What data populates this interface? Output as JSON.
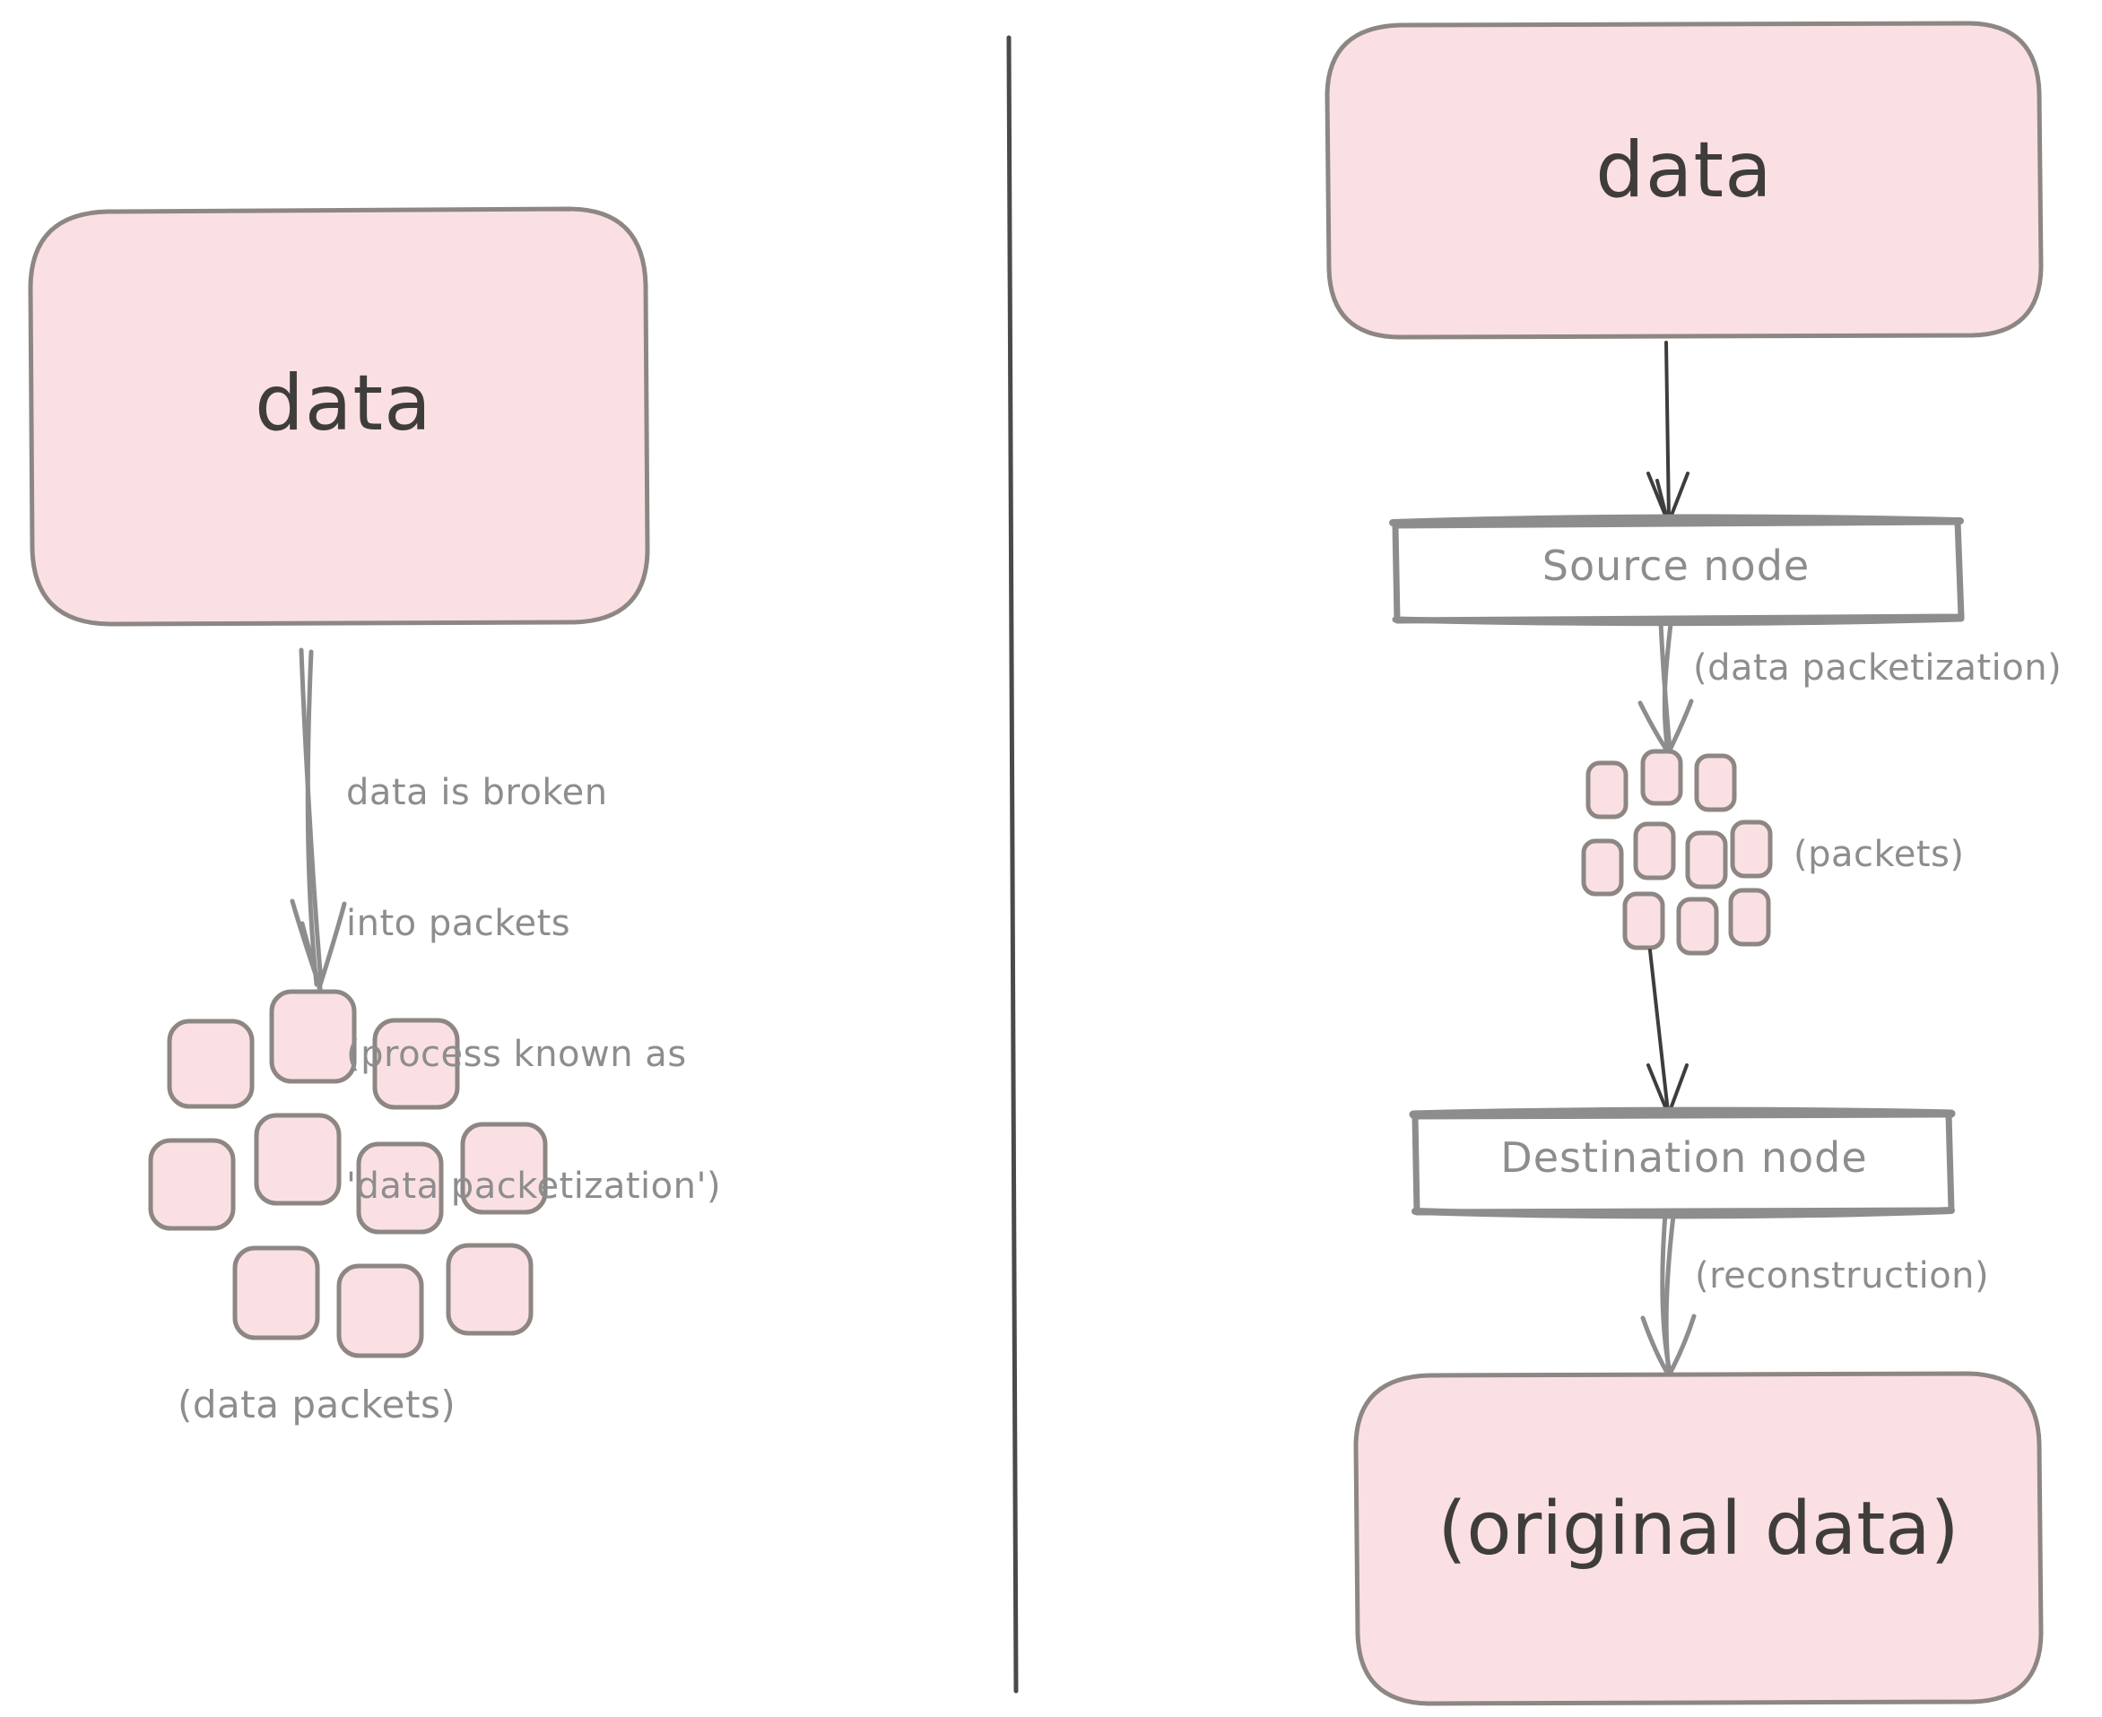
{
  "diagram": {
    "title_text_colors": {
      "packet_fill": "#fbe0e3",
      "packet_stroke": "#8d8784",
      "node_stroke": "#8d8d8d",
      "text_dark": "#3f3d3c",
      "text_gray": "#8d8d8d",
      "background": "#ffffff",
      "divider": "#4a4a4a"
    },
    "left_panel": {
      "data_box_label": "data",
      "arrow_annotation_lines": [
        "data is broken",
        "into packets",
        "(process known as",
        "'data packetization')"
      ],
      "packet_caption": "(data packets)",
      "packet_rows": [
        3,
        4,
        3
      ],
      "packet_count": 10
    },
    "right_panel": {
      "data_box_label": "data",
      "source_node_label": "Source node",
      "packetization_annotation": "(data packetization)",
      "packets_caption": "(packets)",
      "destination_node_label": "Destination node",
      "reconstruction_annotation": "(reconstruction)",
      "original_data_box_label": "(original data)",
      "packet_rows": [
        3,
        4,
        3
      ],
      "packet_count": 10
    }
  }
}
